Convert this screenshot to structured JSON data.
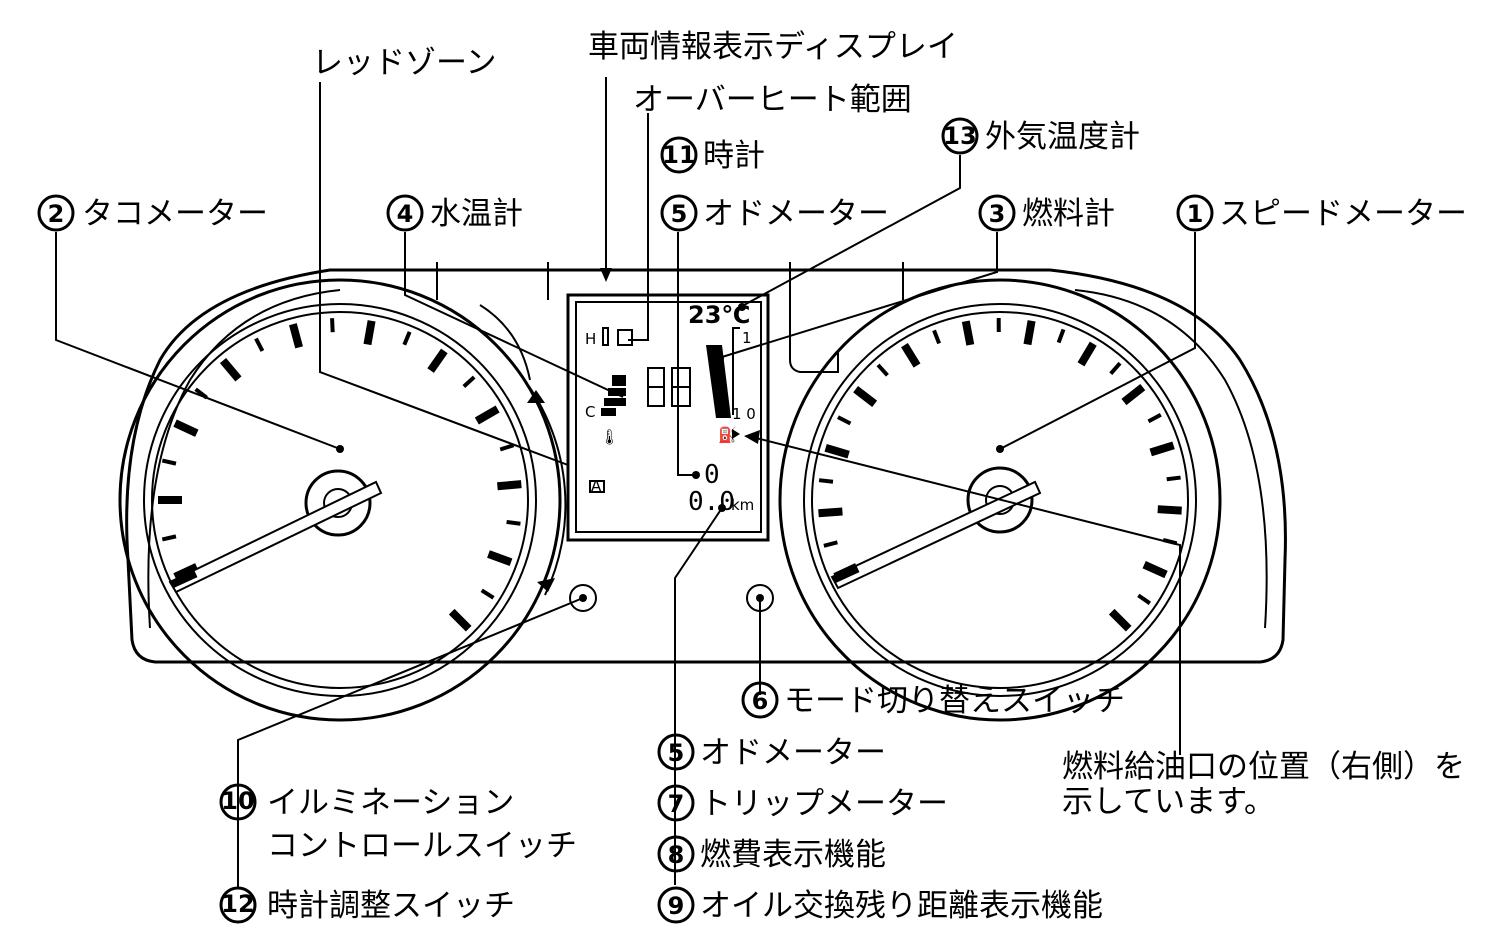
{
  "callouts": {
    "red_zone": "レッドゾーン",
    "info_display": "車両情報表示ディスプレイ",
    "overheat_range": "オーバーヒート範囲",
    "clock": {
      "num": "11",
      "label": "時計"
    },
    "outside_temp": {
      "num": "13",
      "label": "外気温度計"
    },
    "tachometer": {
      "num": "2",
      "label": "タコメーター"
    },
    "water_temp": {
      "num": "4",
      "label": "水温計"
    },
    "odometer_top": {
      "num": "5",
      "label": "オドメーター"
    },
    "fuel_gauge": {
      "num": "3",
      "label": "燃料計"
    },
    "speedometer": {
      "num": "1",
      "label": "スピードメーター"
    },
    "mode_switch": {
      "num": "6",
      "label": "モード切り替えスイッチ"
    },
    "odometer_bottom": {
      "num": "5",
      "label": "オドメーター"
    },
    "trip_meter": {
      "num": "7",
      "label": "トリップメーター"
    },
    "fuel_economy": {
      "num": "8",
      "label": "燃費表示機能"
    },
    "oil_change": {
      "num": "9",
      "label": "オイル交換残り距離表示機能"
    },
    "illumination": {
      "num": "10",
      "label_line1": "イルミネーション",
      "label_line2": "コントロールスイッチ"
    },
    "clock_adjust": {
      "num": "12",
      "label": "時計調整スイッチ"
    },
    "fuel_door_note": {
      "line1": "燃料給油口の位置（右側）を",
      "line2": "示しています。"
    }
  },
  "display": {
    "temp": "23℃",
    "temp_h": "H",
    "temp_c": "C",
    "fuel_full": "1",
    "fuel_empty": "1 0",
    "odo": "0",
    "trip": "0.0",
    "trip_unit": "km",
    "auto_badge": "A"
  }
}
